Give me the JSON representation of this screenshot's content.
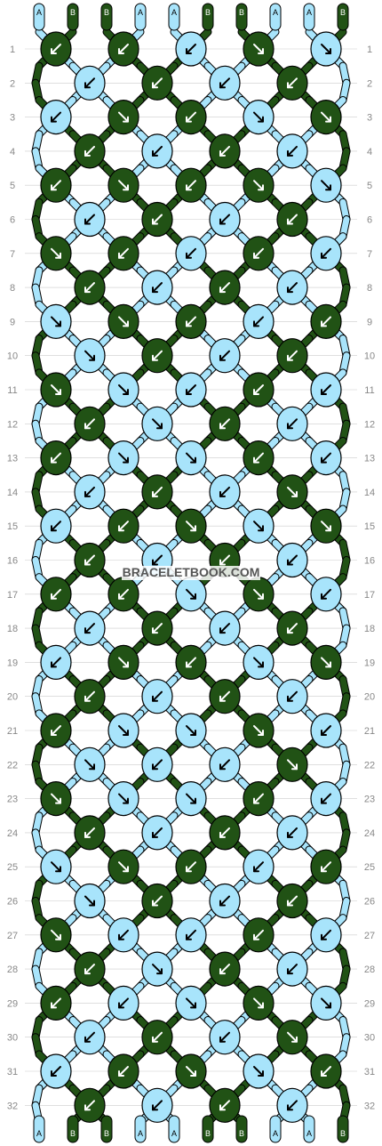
{
  "watermark": "BRACELETBOOK.COM",
  "colors": {
    "A": "#a8e4fb",
    "B": "#215215",
    "outline": "#000000",
    "row_label": "#888888",
    "grid_line": "#cccccc",
    "arrow_on_dark": "#ffffff",
    "arrow_on_light": "#000000",
    "watermark": "#555555"
  },
  "top_strings": [
    "A",
    "B",
    "B",
    "A",
    "A",
    "B",
    "B",
    "A",
    "A",
    "B"
  ],
  "bottom_strings": [
    "A",
    "B",
    "B",
    "A",
    "A",
    "B",
    "B",
    "A",
    "A",
    "B"
  ],
  "row_numbers": [
    "1",
    "2",
    "3",
    "4",
    "5",
    "6",
    "7",
    "8",
    "9",
    "10",
    "11",
    "12",
    "13",
    "14",
    "15",
    "16",
    "17",
    "18",
    "19",
    "20",
    "21",
    "22",
    "23",
    "24",
    "25",
    "26",
    "27",
    "28",
    "29",
    "30",
    "31",
    "32"
  ],
  "knot_rows": [
    [
      {
        "c": "B",
        "d": "sw"
      },
      {
        "c": "B",
        "d": "sw"
      },
      {
        "c": "A",
        "d": "sw"
      },
      {
        "c": "B",
        "d": "se"
      },
      {
        "c": "A",
        "d": "se"
      }
    ],
    [
      {
        "c": "A",
        "d": "sw"
      },
      {
        "c": "B",
        "d": "sw"
      },
      {
        "c": "A",
        "d": "sw"
      },
      {
        "c": "B",
        "d": "sw"
      }
    ],
    [
      {
        "c": "A",
        "d": "sw"
      },
      {
        "c": "B",
        "d": "se"
      },
      {
        "c": "B",
        "d": "sw"
      },
      {
        "c": "A",
        "d": "se"
      },
      {
        "c": "B",
        "d": "se"
      }
    ],
    [
      {
        "c": "B",
        "d": "sw"
      },
      {
        "c": "A",
        "d": "sw"
      },
      {
        "c": "B",
        "d": "sw"
      },
      {
        "c": "A",
        "d": "sw"
      }
    ],
    [
      {
        "c": "B",
        "d": "sw"
      },
      {
        "c": "B",
        "d": "se"
      },
      {
        "c": "B",
        "d": "sw"
      },
      {
        "c": "B",
        "d": "se"
      },
      {
        "c": "A",
        "d": "se"
      }
    ],
    [
      {
        "c": "A",
        "d": "sw"
      },
      {
        "c": "B",
        "d": "sw"
      },
      {
        "c": "A",
        "d": "sw"
      },
      {
        "c": "B",
        "d": "sw"
      }
    ],
    [
      {
        "c": "B",
        "d": "se"
      },
      {
        "c": "B",
        "d": "sw"
      },
      {
        "c": "A",
        "d": "sw"
      },
      {
        "c": "B",
        "d": "sw"
      },
      {
        "c": "A",
        "d": "sw"
      }
    ],
    [
      {
        "c": "B",
        "d": "sw"
      },
      {
        "c": "A",
        "d": "sw"
      },
      {
        "c": "B",
        "d": "sw"
      },
      {
        "c": "A",
        "d": "sw"
      }
    ],
    [
      {
        "c": "A",
        "d": "se"
      },
      {
        "c": "B",
        "d": "se"
      },
      {
        "c": "B",
        "d": "sw"
      },
      {
        "c": "A",
        "d": "sw"
      },
      {
        "c": "B",
        "d": "sw"
      }
    ],
    [
      {
        "c": "A",
        "d": "se"
      },
      {
        "c": "B",
        "d": "sw"
      },
      {
        "c": "A",
        "d": "sw"
      },
      {
        "c": "B",
        "d": "sw"
      }
    ],
    [
      {
        "c": "B",
        "d": "se"
      },
      {
        "c": "A",
        "d": "se"
      },
      {
        "c": "A",
        "d": "sw"
      },
      {
        "c": "B",
        "d": "sw"
      },
      {
        "c": "A",
        "d": "sw"
      }
    ],
    [
      {
        "c": "B",
        "d": "sw"
      },
      {
        "c": "A",
        "d": "se"
      },
      {
        "c": "B",
        "d": "sw"
      },
      {
        "c": "A",
        "d": "sw"
      }
    ],
    [
      {
        "c": "B",
        "d": "sw"
      },
      {
        "c": "A",
        "d": "se"
      },
      {
        "c": "A",
        "d": "se"
      },
      {
        "c": "B",
        "d": "sw"
      },
      {
        "c": "A",
        "d": "sw"
      }
    ],
    [
      {
        "c": "A",
        "d": "sw"
      },
      {
        "c": "B",
        "d": "sw"
      },
      {
        "c": "A",
        "d": "sw"
      },
      {
        "c": "B",
        "d": "se"
      }
    ],
    [
      {
        "c": "A",
        "d": "sw"
      },
      {
        "c": "B",
        "d": "sw"
      },
      {
        "c": "B",
        "d": "se"
      },
      {
        "c": "A",
        "d": "se"
      },
      {
        "c": "B",
        "d": "se"
      }
    ],
    [
      {
        "c": "B",
        "d": "sw"
      },
      {
        "c": "A",
        "d": "sw"
      },
      {
        "c": "B",
        "d": "sw"
      },
      {
        "c": "A",
        "d": "sw"
      }
    ],
    [
      {
        "c": "B",
        "d": "sw"
      },
      {
        "c": "B",
        "d": "sw"
      },
      {
        "c": "A",
        "d": "se"
      },
      {
        "c": "B",
        "d": "se"
      },
      {
        "c": "A",
        "d": "sw"
      }
    ],
    [
      {
        "c": "A",
        "d": "sw"
      },
      {
        "c": "B",
        "d": "sw"
      },
      {
        "c": "A",
        "d": "sw"
      },
      {
        "c": "B",
        "d": "sw"
      }
    ],
    [
      {
        "c": "A",
        "d": "sw"
      },
      {
        "c": "B",
        "d": "se"
      },
      {
        "c": "B",
        "d": "sw"
      },
      {
        "c": "A",
        "d": "se"
      },
      {
        "c": "B",
        "d": "se"
      }
    ],
    [
      {
        "c": "B",
        "d": "sw"
      },
      {
        "c": "A",
        "d": "sw"
      },
      {
        "c": "B",
        "d": "sw"
      },
      {
        "c": "A",
        "d": "sw"
      }
    ],
    [
      {
        "c": "B",
        "d": "sw"
      },
      {
        "c": "A",
        "d": "se"
      },
      {
        "c": "A",
        "d": "se"
      },
      {
        "c": "B",
        "d": "se"
      },
      {
        "c": "A",
        "d": "sw"
      }
    ],
    [
      {
        "c": "A",
        "d": "se"
      },
      {
        "c": "A",
        "d": "sw"
      },
      {
        "c": "A",
        "d": "sw"
      },
      {
        "c": "B",
        "d": "se"
      }
    ],
    [
      {
        "c": "B",
        "d": "se"
      },
      {
        "c": "A",
        "d": "se"
      },
      {
        "c": "A",
        "d": "se"
      },
      {
        "c": "B",
        "d": "sw"
      },
      {
        "c": "A",
        "d": "sw"
      }
    ],
    [
      {
        "c": "B",
        "d": "sw"
      },
      {
        "c": "A",
        "d": "sw"
      },
      {
        "c": "B",
        "d": "sw"
      },
      {
        "c": "A",
        "d": "sw"
      }
    ],
    [
      {
        "c": "A",
        "d": "se"
      },
      {
        "c": "B",
        "d": "se"
      },
      {
        "c": "B",
        "d": "sw"
      },
      {
        "c": "A",
        "d": "sw"
      },
      {
        "c": "B",
        "d": "sw"
      }
    ],
    [
      {
        "c": "A",
        "d": "se"
      },
      {
        "c": "B",
        "d": "sw"
      },
      {
        "c": "A",
        "d": "sw"
      },
      {
        "c": "B",
        "d": "sw"
      }
    ],
    [
      {
        "c": "B",
        "d": "se"
      },
      {
        "c": "A",
        "d": "sw"
      },
      {
        "c": "A",
        "d": "sw"
      },
      {
        "c": "B",
        "d": "sw"
      },
      {
        "c": "A",
        "d": "sw"
      }
    ],
    [
      {
        "c": "B",
        "d": "sw"
      },
      {
        "c": "A",
        "d": "se"
      },
      {
        "c": "B",
        "d": "sw"
      },
      {
        "c": "A",
        "d": "sw"
      }
    ],
    [
      {
        "c": "B",
        "d": "sw"
      },
      {
        "c": "A",
        "d": "sw"
      },
      {
        "c": "A",
        "d": "se"
      },
      {
        "c": "B",
        "d": "se"
      },
      {
        "c": "A",
        "d": "se"
      }
    ],
    [
      {
        "c": "A",
        "d": "sw"
      },
      {
        "c": "B",
        "d": "sw"
      },
      {
        "c": "A",
        "d": "sw"
      },
      {
        "c": "B",
        "d": "se"
      }
    ],
    [
      {
        "c": "A",
        "d": "sw"
      },
      {
        "c": "B",
        "d": "sw"
      },
      {
        "c": "B",
        "d": "se"
      },
      {
        "c": "A",
        "d": "se"
      },
      {
        "c": "B",
        "d": "sw"
      }
    ],
    [
      {
        "c": "B",
        "d": "sw"
      },
      {
        "c": "A",
        "d": "sw"
      },
      {
        "c": "B",
        "d": "sw"
      },
      {
        "c": "A",
        "d": "sw"
      }
    ]
  ]
}
